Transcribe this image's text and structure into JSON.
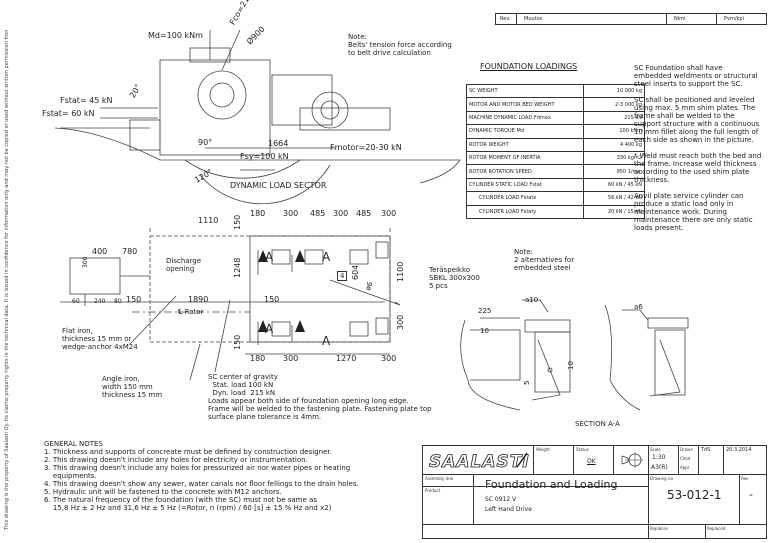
{
  "revision_strip": {
    "rev": "Rev.",
    "change": "Muutos",
    "name": "Nimi",
    "date": "Pvm/kpi"
  },
  "drawing_top": {
    "md": "Md=100 kNm",
    "fco": "Fco=215 kN",
    "dia": "Ø900",
    "angle20": "20°",
    "fstat": "Fstat= 45 kN",
    "fstat2": "Fstat= 60 kN",
    "angle90": "90°",
    "dim1664": "1664",
    "fsy": "Fsy=100 kN",
    "fmotor": "Fmotor=20-30 kN",
    "angle120": "120°",
    "sector": "DYNAMIC LOAD SECTOR",
    "note": "Note:\nBelts' tension force according\nto belt drive calculation"
  },
  "loadings": {
    "title": "FOUNDATION LOADINGS",
    "rows": [
      {
        "k": "SC WEIGHT",
        "v": "10 000 kg"
      },
      {
        "k": "MOTOR AND MOTOR BED WEIGHT",
        "v": "2-3 000 kg"
      },
      {
        "k": "MACHINE DYNAMIC LOAD Fdmax",
        "v": "215 kN"
      },
      {
        "k": "DYNAMIC TORQUE Md",
        "v": "100 kNm"
      },
      {
        "k": "ROTOR WEIGHT",
        "v": "4 400 kg"
      },
      {
        "k": "ROTOR MOMENT OF INERTIA",
        "v": "330 kgm2"
      },
      {
        "k": "ROTOR ROTATION SPEED",
        "v": "950 1/min"
      },
      {
        "k": "CYLINDER STATIC LOAD Fstat",
        "v": "60 kN / 45 kN"
      },
      {
        "k": "CYLINDER LOAD Fstatx",
        "v": "56 kN / 42 kN"
      },
      {
        "k": "CYLINDER LOAD Fstaty",
        "v": "20 kN / 15 kN"
      }
    ]
  },
  "side_notes": [
    "SC Foundation shall have embedded weldments or structural steel inserts to support the SC.",
    "SC shall be positioned and leveled using max. 5 mm shim plates. The frame shall be welded to the support structure with a continuous 10 mm fillet along the full length of each side as shown in the picture.",
    "* Weld must reach both the bed and the frame. Increase weld thickness according to the used shim plate thickness.",
    "Anvil plate service cylinder can produce a static load only in maintenance work. During maintenance there are only static loads present."
  ],
  "plan": {
    "d1110": "1110",
    "d150a": "150",
    "d180a": "180",
    "d300a": "300",
    "d485a": "485",
    "d300b": "300",
    "d485b": "485",
    "d300c": "300",
    "d400": "400",
    "d780": "780",
    "d1248": "1248",
    "d604": "604",
    "d1100": "1100",
    "d300r": "300",
    "d150b": "150",
    "d1890": "1890",
    "d150c": "150",
    "d240": "240",
    "d80": "80",
    "d60": "60",
    "d300s": "300",
    "d180b": "180",
    "d300d": "300",
    "d1270": "1270",
    "d300e": "300",
    "d150d": "150",
    "discharge": "Discharge\nopening",
    "rotor": "℄ Rotor",
    "box": "4",
    "phi6": "ø6",
    "sectionA": "A",
    "teras": "Teräspeikko\nSBKL 300x300\n5 pcs",
    "flat": "Flat iron,\nthickness 15 mm or\nwedge-anchor 4xM24",
    "angle_iron": "Angle iron,\nwidth 150 mm\nthickness 15 mm",
    "cog": "SC center of gravity\n  Stat. load 100 kN\n  Dyn. load  215 kN\nLoads appear both side of foundation opening long edge.\nFrame will be welded to the fastening plate. Fastening plate top\nsurface plane tolerance is 4mm."
  },
  "section": {
    "note": "Note:\n2 alternatives for\nembedded steel",
    "a10": "a10",
    "d225": "225",
    "d10": "10",
    "d5": "5",
    "d10b": "10",
    "a6": "a6",
    "title": "SECTION A-A"
  },
  "general_notes": {
    "title": "GENERAL NOTES",
    "items": [
      "1. Thickness and supports of concreate must be defined by construction designer.",
      "2. This drawing doesn't include any holes for electricity or instrumentation.",
      "3. This drawing doesn't include any holes for pressurized air nor water pipes or heating",
      "    equipments.",
      "4. This drawing doesn't show any sewer, water canals nor floor fellings to the drain holes.",
      "5. Hydraulic unit will be fastened to the concrete with M12 anchors.",
      "6. The natural frequency of the foundation (with the SC) must not be same as",
      "    15,8 Hz ± 2 Hz and 31,6 Hz ± 5 Hz (=Rotor, n (rpm) / 60 [s] ± 15 % Hz and x2)"
    ]
  },
  "vertical_note": "This drawing is the property of Saalasti Oy. Its claims property rights in the technical data. It is issued in confidence for information only and may not be copied or used without written permission from Saalasti Oy.",
  "title_block": {
    "logo": "SAALASTI",
    "weight_lbl": "Weight",
    "status_lbl": "Status",
    "status_val": "OK",
    "scale_lbl": "Scale",
    "scale_val": "1:30",
    "drawn_lbl": "Drawn",
    "drawn_val": "TdS",
    "date_val": "20.3.2014",
    "checked_lbl": "Chkd",
    "size_val": "A3(R)",
    "appr_lbl": "Appr",
    "assembly_lbl": "Assembly drw",
    "product_lbl": "Product",
    "title": "Foundation and Loading",
    "subtitle1": "SC 0912 V",
    "subtitle2": "Left Hand Drive",
    "drawing_no_lbl": "Drawing no",
    "drawing_no": "53-012-1",
    "rev_lbl": "Rev",
    "rev_val": "-",
    "replaces_lbl": "Replaces",
    "replaced_lbl": "Replaced"
  }
}
